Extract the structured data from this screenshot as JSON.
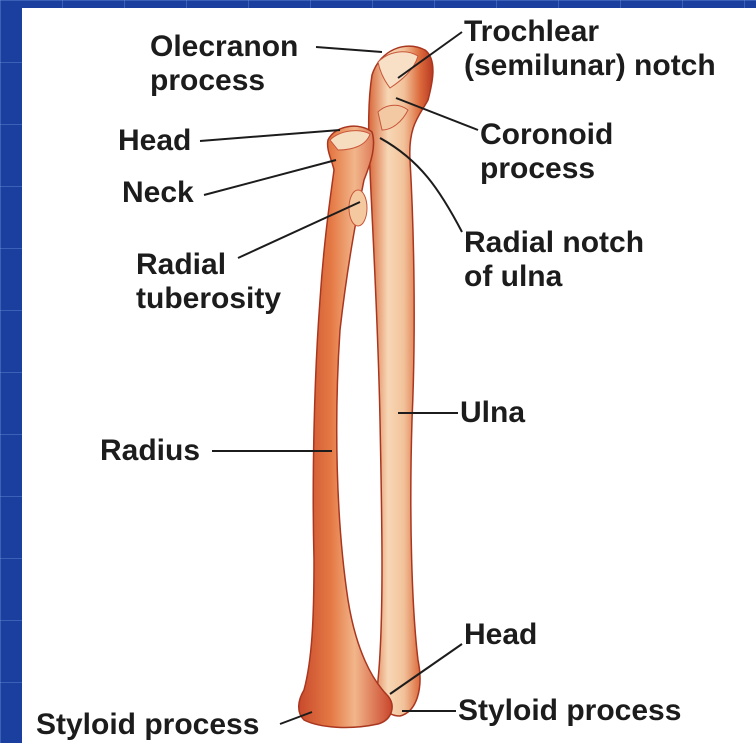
{
  "background": {
    "slide_color": "#1a3f9e",
    "panel_color": "#ffffff"
  },
  "bone_colors": {
    "dark": "#c9462b",
    "mid": "#e2733f",
    "light": "#f7d7b5"
  },
  "labels": {
    "olecranon": [
      "Olecranon",
      "process"
    ],
    "trochlear": [
      "Trochlear",
      "(semilunar) notch"
    ],
    "head_top": "Head",
    "coronoid": [
      "Coronoid",
      "process"
    ],
    "neck": "Neck",
    "radial_notch": [
      "Radial notch",
      "of ulna"
    ],
    "radial_tuberosity": [
      "Radial",
      "tuberosity"
    ],
    "ulna": "Ulna",
    "radius": "Radius",
    "head_bottom": "Head",
    "styloid_right": "Styloid process",
    "styloid_left": "Styloid process"
  }
}
